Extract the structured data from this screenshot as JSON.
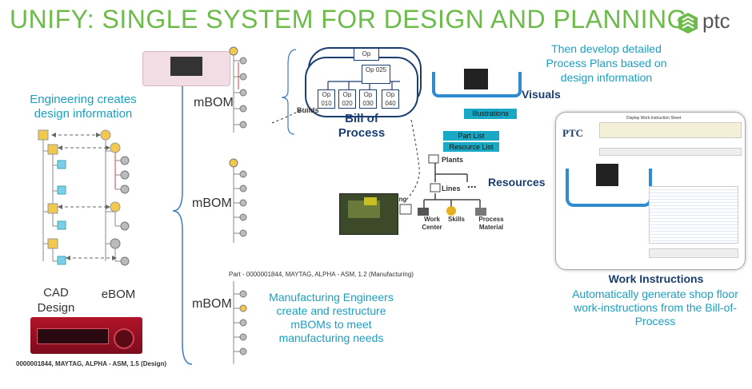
{
  "title": "UNIFY: SINGLE SYSTEM FOR DESIGN AND PLANNING",
  "brand": {
    "name": "ptc",
    "color": "#6dbb4a"
  },
  "colors": {
    "title_green": "#6dbb4a",
    "teal_text": "#1a9fc0",
    "navy_text": "#1a3e70",
    "teal_box": "#19a9c4"
  },
  "engineering": {
    "caption": "Engineering creates design information",
    "cad_label": "CAD Design",
    "ebom_label": "eBOM"
  },
  "mbom_labels": [
    "mBOM",
    "mBOM",
    "mBOM"
  ],
  "bill_of_process": {
    "title": "Bill of Process",
    "builds_label": "Builds",
    "top_op": "Op",
    "sub_op": "Op 025",
    "ops": [
      "Op 010",
      "Op 020",
      "Op 030",
      "Op 040"
    ]
  },
  "process_plans": {
    "caption": "Then develop detailed Process Plans based on design information"
  },
  "visuals": {
    "title": "Visuals",
    "illustrations_label": "Illustrations"
  },
  "resources": {
    "title": "Resources",
    "part_list": "Part List",
    "resource_list": "Resource List",
    "plants": "Plants",
    "lines": "Lines",
    "ellipsis": "...",
    "tooling": "Tooling",
    "work_center": "Work Center",
    "skills": "Skills",
    "process_material": "Process Material"
  },
  "manufacturing": {
    "caption": "Manufacturing Engineers create and restructure mBOMs to meet manufacturing needs"
  },
  "part_caption": "Part - 0000001844, MAYTAG, ALPHA - ASM, 1.2 (Manufacturing)",
  "design_caption": "0000001844, MAYTAG, ALPHA - ASM, 1.5 (Design)",
  "work_instructions": {
    "title": "Work Instructions",
    "caption": "Automatically generate shop floor work-instructions from the Bill-of-Process",
    "doc_title": "Display Work Instruction Sheet",
    "doc_logo": "PTC"
  }
}
